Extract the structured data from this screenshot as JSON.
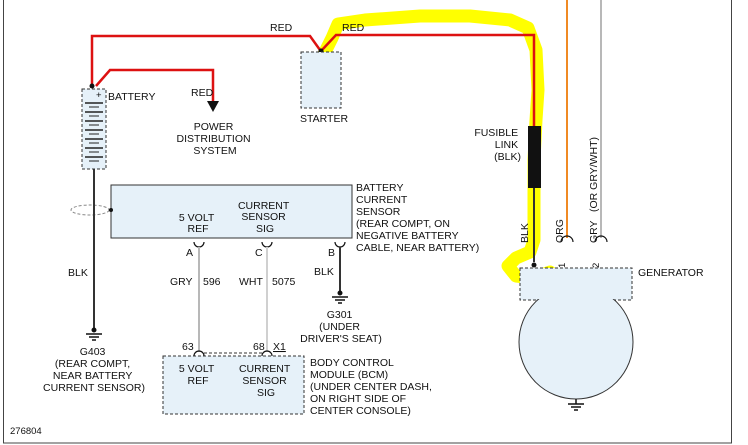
{
  "diagram_id": "276804",
  "colors": {
    "red_wire": "#dd1111",
    "orange_wire": "#f08a24",
    "gray_wire": "#b8b8b8",
    "black_wire": "#333333",
    "highlight": "#ffff00",
    "component_fill": "#e6f1f9"
  },
  "wires": {
    "red_top_left": "RED",
    "red_top_right": "RED",
    "red_pds": "RED",
    "blk_battery": "BLK",
    "blk_g301": "BLK",
    "gry_wire": "GRY",
    "gry_circuit": "596",
    "wht_wire": "WHT",
    "wht_circuit": "5075",
    "gen_blk": "BLK",
    "gen_org": "ORG",
    "gen_gry": "GRY",
    "gen_orggry": "(OR GRY/WHT)"
  },
  "battery": {
    "label": "BATTERY",
    "plus": "+"
  },
  "pds": {
    "lines": [
      "POWER",
      "DISTRIBUTION",
      "SYSTEM"
    ]
  },
  "starter": {
    "label": "STARTER"
  },
  "fusible_link": {
    "lines": [
      "FUSIBLE",
      "LINK",
      "(BLK)"
    ]
  },
  "sensor": {
    "lines": [
      "BATTERY",
      "CURRENT",
      "SENSOR",
      "(REAR COMPT, ON",
      "NEGATIVE BATTERY",
      "CABLE, NEAR BATTERY)"
    ],
    "pin_a_label": [
      "5 VOLT",
      "REF"
    ],
    "pin_c_label": [
      "CURRENT",
      "SENSOR",
      "SIG"
    ],
    "pin_a": "A",
    "pin_c": "C",
    "pin_b": "B"
  },
  "grounds": {
    "g403": [
      "G403",
      "(REAR COMPT,",
      "NEAR BATTERY",
      "CURRENT SENSOR)"
    ],
    "g301": [
      "G301",
      "(UNDER",
      "DRIVER'S SEAT)"
    ]
  },
  "bcm": {
    "lines": [
      "BODY CONTROL",
      "MODULE (BCM)",
      "(UNDER CENTER DASH,",
      "ON RIGHT SIDE OF",
      "CENTER CONSOLE)"
    ],
    "pin_63": "63",
    "pin_68": "68",
    "connector": "X1",
    "ref_label": [
      "5 VOLT",
      "REF"
    ],
    "sig_label": [
      "CURRENT",
      "SENSOR",
      "SIG"
    ]
  },
  "generator": {
    "label": "GENERATOR",
    "pin_1": "1",
    "pin_2": "2"
  }
}
